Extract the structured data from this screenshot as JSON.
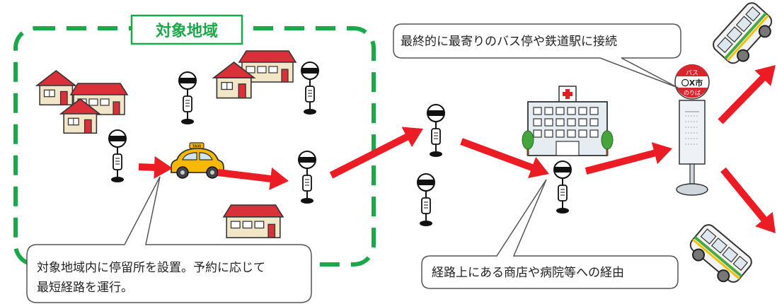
{
  "region": {
    "title": "対象地域",
    "title_color": "#1aa84a",
    "border_color": "#1aa84a"
  },
  "callouts": {
    "stops_line1": "対象地域内に停留所を設置。予約に応じて",
    "stops_line2": "最短経路を運行。",
    "route_via": "経路上にある商店や病院等への経由",
    "connect": "最終的に最寄りのバス停や鉄道駅に接続"
  },
  "taxi": {
    "roof_sign": "TAXI"
  },
  "bus_stop_sign": {
    "top": "バス",
    "middle": "〇X市",
    "bottom": "のりば",
    "color": "#d7262e"
  },
  "colors": {
    "arrow": "#ec1c24",
    "house_roof": "#d9303a",
    "house_wall": "#f2e6c9",
    "taxi_body": "#f6b800",
    "hospital_wall": "#e6edf2",
    "tree": "#43a53b"
  },
  "icons": [
    "house-icon",
    "stop-pole-icon",
    "taxi-icon",
    "hospital-icon",
    "bus-stop-sign-icon",
    "bus-icon",
    "arrow-icon"
  ]
}
